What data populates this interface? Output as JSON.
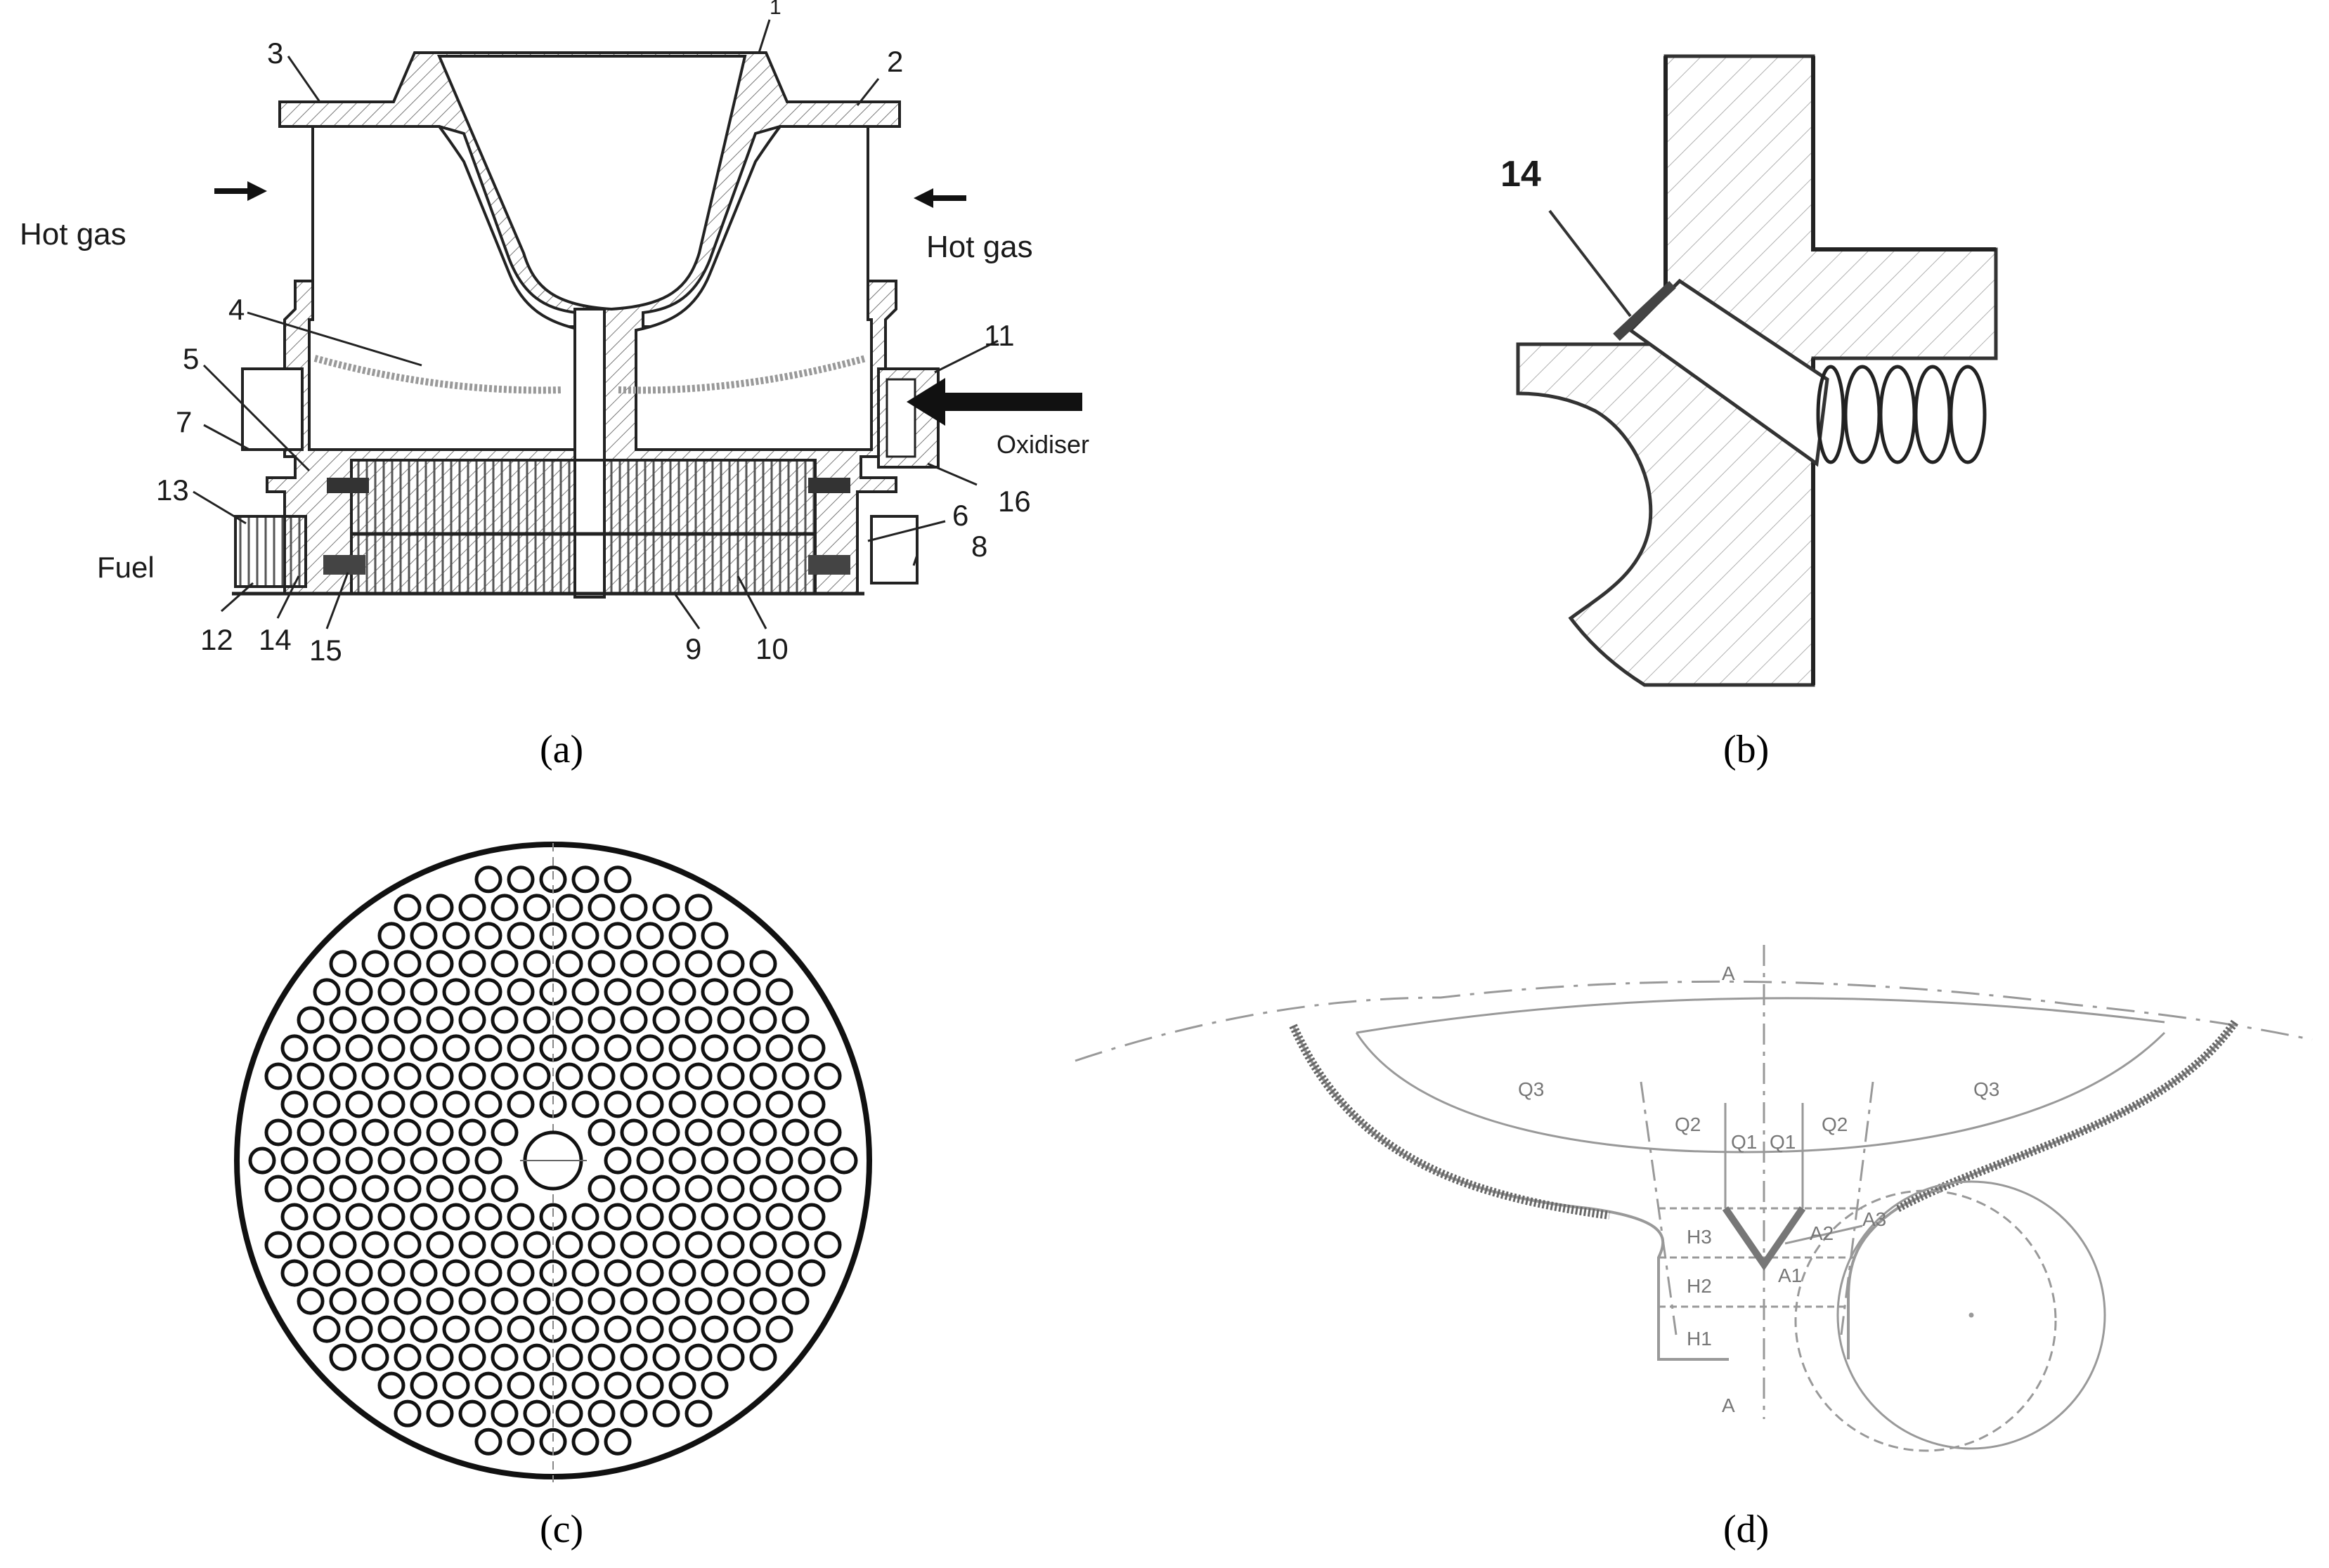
{
  "panels": {
    "a": {
      "caption": "(a)",
      "hot_gas_left": "Hot gas",
      "hot_gas_right": "Hot gas",
      "oxidiser": "Oxidiser",
      "fuel": "Fuel",
      "numbers": [
        "1",
        "2",
        "3",
        "4",
        "5",
        "6",
        "7",
        "8",
        "9",
        "10",
        "11",
        "12",
        "13",
        "14",
        "15",
        "16"
      ]
    },
    "b": {
      "caption": "(b)",
      "label_14": "14"
    },
    "c": {
      "caption": "(c)"
    },
    "d": {
      "caption": "(d)",
      "section_top": "A",
      "section_bottom": "A",
      "q3_left": "Q3",
      "q3_right": "Q3",
      "q2_left": "Q2",
      "q2_right": "Q2",
      "q1_left": "Q1",
      "q1_right": "Q1",
      "h3": "H3",
      "h2": "H2",
      "h1": "H1",
      "a2": "A2",
      "a3": "A3",
      "a1": "A1"
    }
  }
}
